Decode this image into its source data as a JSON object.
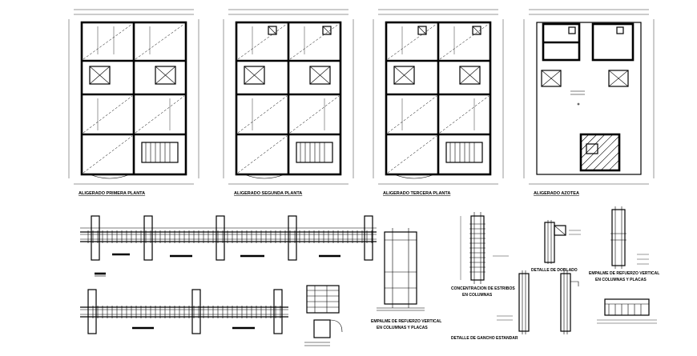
{
  "sheet": {
    "plans": [
      {
        "id": "plan-1",
        "label": "ALIGERADO PRIMERA PLANTA"
      },
      {
        "id": "plan-2",
        "label": "ALIGERADO SEGUNDA PLANTA"
      },
      {
        "id": "plan-3",
        "label": "ALIGERADO TERCERA PLANTA"
      },
      {
        "id": "plan-4",
        "label": "ALIGERADO AZOTEA"
      }
    ],
    "details": {
      "empalme_columnas_label_1": "EMPALME DE REFUERZO VERTICAL",
      "empalme_columnas_label_2": "EN COLUMNAS Y PLACAS",
      "concentracion_label_1": "CONCENTRACION DE ESTRIBOS",
      "concentracion_label_2": "EN COLUMNAS",
      "doblez_label": "DETALLE DE DOBLADO",
      "gancho_label": "DETALLE DE GANCHO ESTANDAR",
      "empalme_vertical_label_1": "EMPALME DE REFUERZO VERTICAL",
      "empalme_vertical_label_2": "EN COLUMNAS Y PLACAS"
    },
    "colors": {
      "ink": "#000000",
      "paper": "#ffffff"
    }
  }
}
